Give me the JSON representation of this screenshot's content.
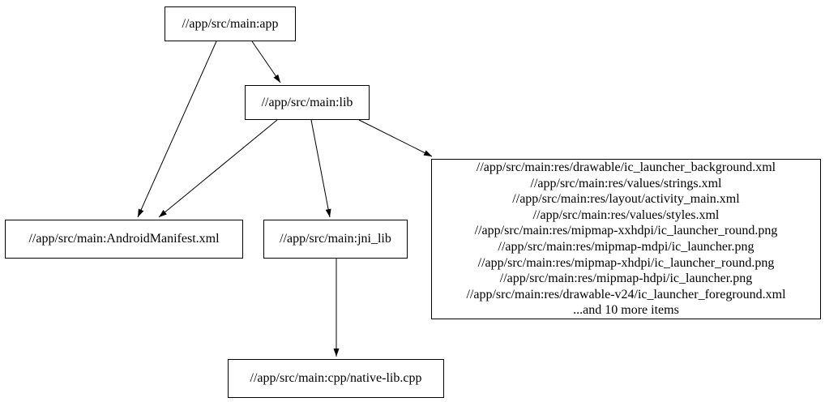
{
  "diagram": {
    "type": "dependency-graph",
    "background_color": "#ffffff",
    "node_fill_color": "#ffffff",
    "node_border_color": "#000000",
    "edge_color": "#000000",
    "nodes": {
      "app": {
        "label": "//app/src/main:app"
      },
      "lib": {
        "label": "//app/src/main:lib"
      },
      "android_manifest": {
        "label": "//app/src/main:AndroidManifest.xml"
      },
      "jni_lib": {
        "label": "//app/src/main:jni_lib"
      },
      "res_group": {
        "lines": [
          "//app/src/main:res/drawable/ic_launcher_background.xml",
          "//app/src/main:res/values/strings.xml",
          "//app/src/main:res/layout/activity_main.xml",
          "//app/src/main:res/values/styles.xml",
          "//app/src/main:res/mipmap-xxhdpi/ic_launcher_round.png",
          "//app/src/main:res/mipmap-mdpi/ic_launcher.png",
          "//app/src/main:res/mipmap-xhdpi/ic_launcher_round.png",
          "//app/src/main:res/mipmap-hdpi/ic_launcher.png",
          "//app/src/main:res/drawable-v24/ic_launcher_foreground.xml",
          "...and 10 more items"
        ]
      },
      "native_cpp": {
        "label": "//app/src/main:cpp/native-lib.cpp"
      }
    },
    "edges": [
      {
        "from": "app",
        "to": "lib"
      },
      {
        "from": "app",
        "to": "android_manifest"
      },
      {
        "from": "lib",
        "to": "android_manifest"
      },
      {
        "from": "lib",
        "to": "jni_lib"
      },
      {
        "from": "lib",
        "to": "res_group"
      },
      {
        "from": "jni_lib",
        "to": "native_cpp"
      }
    ]
  }
}
